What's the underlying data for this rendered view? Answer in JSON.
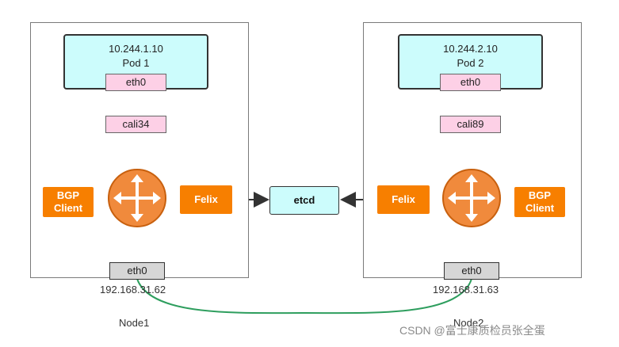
{
  "nodes": [
    {
      "name": "Node1",
      "pod_ip": "10.244.1.10",
      "pod_name": "Pod 1",
      "pod_eth": "eth0",
      "cali": "cali34",
      "bgp_client": "BGP\nClient",
      "felix": "Felix",
      "host_eth": "eth0",
      "host_ip": "192.168.31.62"
    },
    {
      "name": "Node2",
      "pod_ip": "10.244.2.10",
      "pod_name": "Pod 2",
      "pod_eth": "eth0",
      "cali": "cali89",
      "bgp_client": "BGP\nClient",
      "felix": "Felix",
      "host_eth": "eth0",
      "host_ip": "192.168.31.63"
    }
  ],
  "etcd": "etcd",
  "watermark": "CSDN @富士康质检员张全蛋",
  "colors": {
    "pod_fill": "#ccfcfc",
    "veth_fill": "#fdd0e6",
    "component_orange": "#f77f00",
    "router_orange": "#f08a3c",
    "bgp_link": "#2e9e5e"
  },
  "icons": {
    "router": "router-icon"
  }
}
